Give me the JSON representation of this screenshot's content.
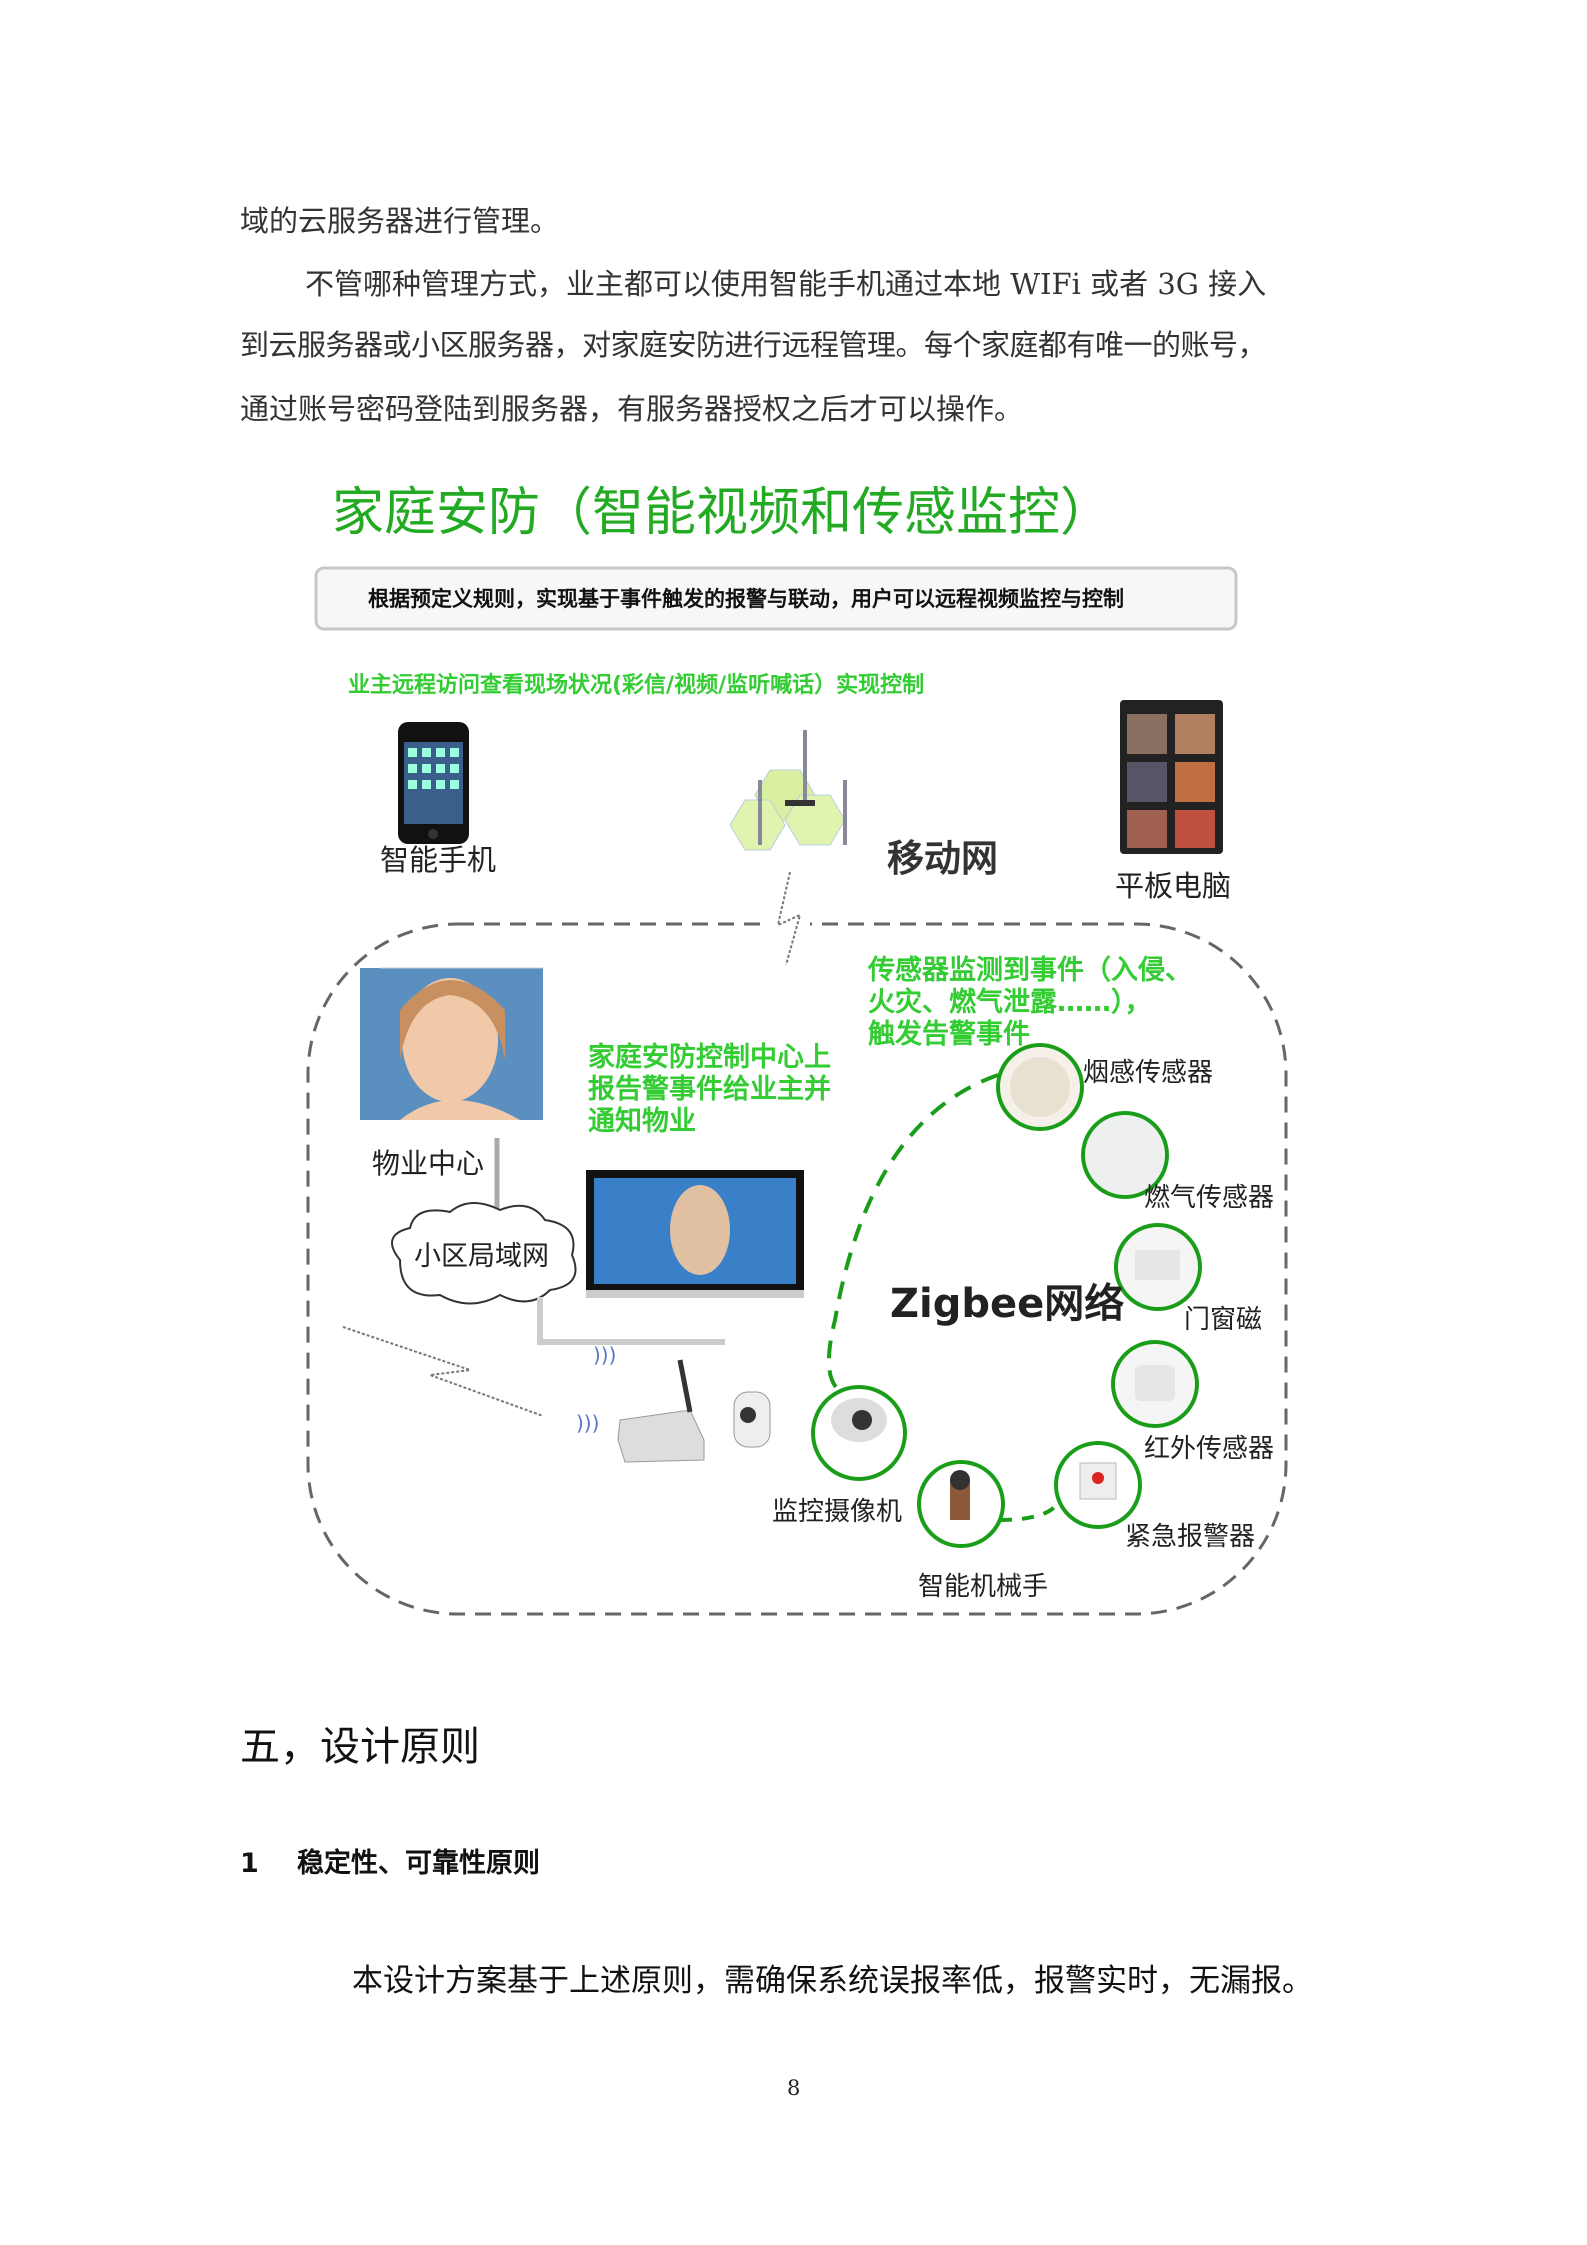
{
  "paragraphs": {
    "line1": "域的云服务器进行管理。",
    "line2": "不管哪种管理方式，业主都可以使用智能手机通过本地 WIFi 或者 3G 接入",
    "line3": "到云服务器或小区服务器，对家庭安防进行远程管理。每个家庭都有唯一的账号，",
    "line4": "通过账号密码登陆到服务器，有服务器授权之后才可以操作。"
  },
  "diagram": {
    "title": "家庭安防（智能视频和传感监控）",
    "banner": "根据预定义规则，实现基于事件触发的报警与联动，用户可以远程视频监控与控制",
    "remote_caption": "业主远程访问查看现场状况(彩信/视频/监听喊话）实现控制",
    "phone_label": "智能手机",
    "mobile_network_label": "移动网",
    "tablet_label": "平板电脑",
    "property_center_label": "物业中心",
    "lan_label": "小区局域网",
    "control_center_caption": [
      "家庭安防控制中心上",
      "报告警事件给业主并",
      "通知物业"
    ],
    "sensor_caption": [
      "传感器监测到事件（入侵、",
      "火灾、燃气泄露……），",
      "触发告警事件"
    ],
    "zigbee_label": "Zigbee网络",
    "devices": {
      "smoke": "烟感传感器",
      "gas": "燃气传感器",
      "door": "门窗磁",
      "infrared": "红外传感器",
      "emergency": "紧急报警器",
      "manipulator": "智能机械手",
      "camera": "监控摄像机"
    },
    "colors": {
      "green_text": "#33cc33",
      "ring": "#1a9e1a",
      "title_green": "#22aa22"
    }
  },
  "section": {
    "heading": "五，设计原则",
    "sub_number": "1",
    "sub_title": "稳定性、可靠性原则",
    "body": "本设计方案基于上述原则，需确保系统误报率低，报警实时，无漏报。"
  },
  "page_number": "8"
}
